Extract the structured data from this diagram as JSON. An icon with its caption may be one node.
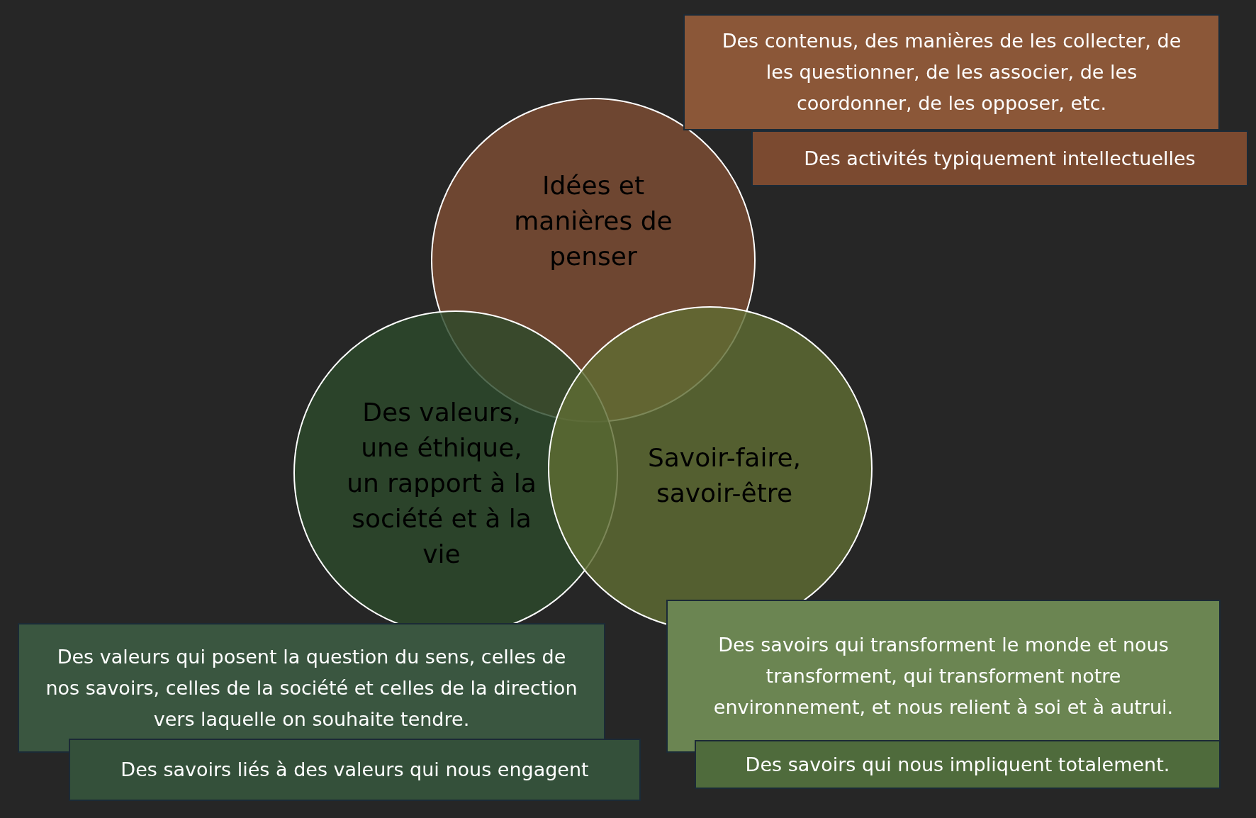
{
  "diagram": {
    "nodes": [
      {
        "text": [
          "Des contenus, des manières de les collecter, de les questionner, de les associer, de les coordonner, de les opposer, etc."
        ]
      },
      {
        "text": [
          "Des activités typiquement intellectuelles"
        ]
      },
      {
        "text": [
          "Idées et manières de penser"
        ]
      },
      {
        "text": [
          "Des valeurs, une éthique, un rapport à la société et à la vie"
        ]
      },
      {
        "text": [
          "Savoir-faire, savoir-être"
        ]
      },
      {
        "text": [
          "Des valeurs qui posent la question du sens, celles de nos savoirs, celles de la société et celles de la direction vers laquelle on souhaite tendre."
        ]
      },
      {
        "text": [
          "Des savoirs liés à des valeurs qui nous engagent"
        ]
      },
      {
        "text": [
          "Des savoirs qui transforment le monde et nous transforment, qui transforment notre environnement, et nous relient à soi et à autrui."
        ]
      },
      {
        "text": [
          "Des savoirs qui nous impliquent totalement."
        ]
      }
    ]
  }
}
